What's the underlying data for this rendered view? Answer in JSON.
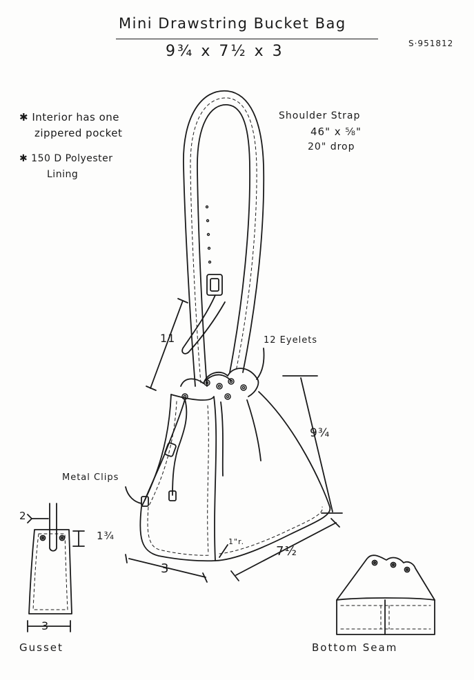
{
  "title": "Mini Drawstring Bucket Bag",
  "dimensions": "9¾ x 7½ x 3",
  "style_number": "S·951812",
  "notes": [
    {
      "line1": "✱ Interior has one",
      "line2": "zippered pocket"
    },
    {
      "line1": "✱ 150 D Polyester",
      "line2": "Lining"
    }
  ],
  "shoulder_strap": {
    "label": "Shoulder Strap",
    "size": "46\" x ⅝\"",
    "drop": "20\" drop"
  },
  "callouts": {
    "eyelets": "12 Eyelets",
    "metal_clips": "Metal Clips"
  },
  "measurements": {
    "strap_adjust": "11",
    "height": "9¾",
    "length": "7½",
    "width": "3",
    "corner_radius": "1\"r.",
    "gusset_top": "2",
    "gusset_depth": "1¾",
    "gusset_width": "3"
  },
  "detail_labels": {
    "gusset": "Gusset",
    "bottom_seam": "Bottom Seam"
  }
}
